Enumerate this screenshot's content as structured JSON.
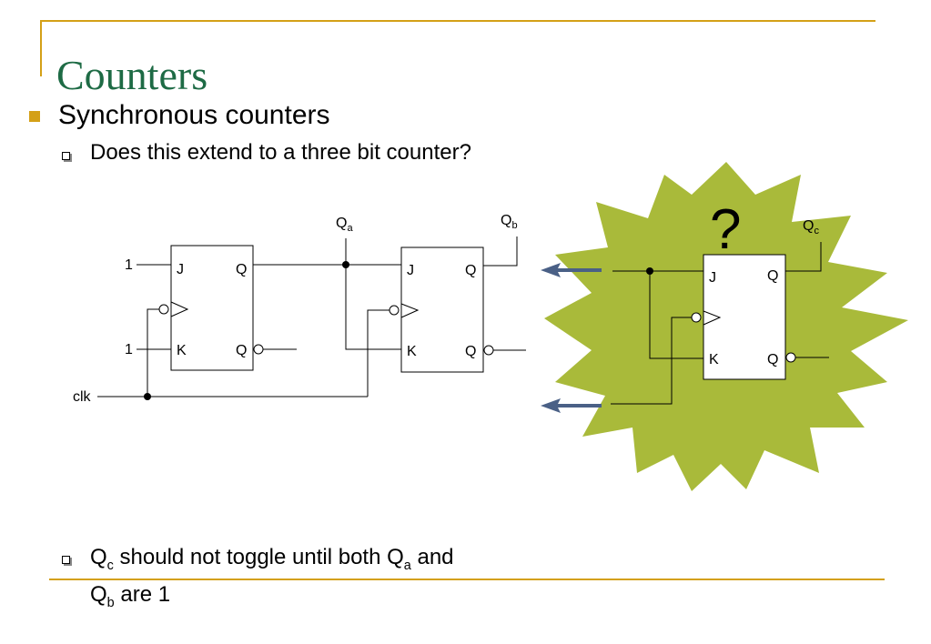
{
  "slide": {
    "title": "Counters",
    "bullet_level1": "Synchronous counters",
    "bullet_level2_first": "Does this extend to a three bit counter?",
    "bullet_level2_second": {
      "q": "Q",
      "c_sub": "c",
      "part1": " should not toggle until both ",
      "a_sub": "a",
      "part2": " and",
      "b_sub": "b",
      "part3": " are 1"
    }
  },
  "diagram": {
    "input_one_top": "1",
    "input_one_bottom": "1",
    "clock_label": "clk",
    "ff_labels": {
      "j": "J",
      "k": "K",
      "q": "Q",
      "qbar": "Q"
    },
    "qa_label": "Q",
    "qa_sub": "a",
    "qb_label": "Q",
    "qb_sub": "b",
    "qc_label": "Q",
    "qc_sub": "c",
    "question_mark": "?"
  },
  "colors": {
    "title": "#1e6b45",
    "accent": "#d4a017",
    "starburst": "#a9ba3a",
    "arrow": "#4a6086"
  }
}
